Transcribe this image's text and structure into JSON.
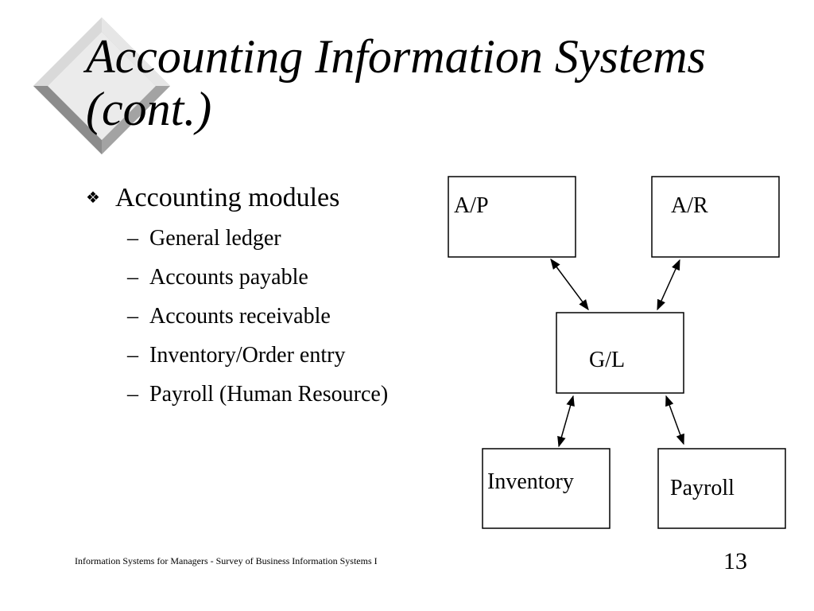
{
  "slide": {
    "title_line1": "Accounting Information Systems",
    "title_line2": "(cont.)",
    "main_bullet": "Accounting modules",
    "sub_items": [
      "General ledger",
      "Accounts payable",
      "Accounts receivable",
      "Inventory/Order entry",
      "Payroll (Human Resource)"
    ],
    "sub_dash": "–",
    "bullet_icon": "diamond-bullet-icon"
  },
  "diagram": {
    "nodes": {
      "ap": "A/P",
      "ar": "A/R",
      "gl": "G/L",
      "inventory": "Inventory",
      "payroll": "Payroll"
    }
  },
  "footer": {
    "text": "Information Systems for Managers - Survey of Business Information Systems I",
    "page_number": "13"
  }
}
